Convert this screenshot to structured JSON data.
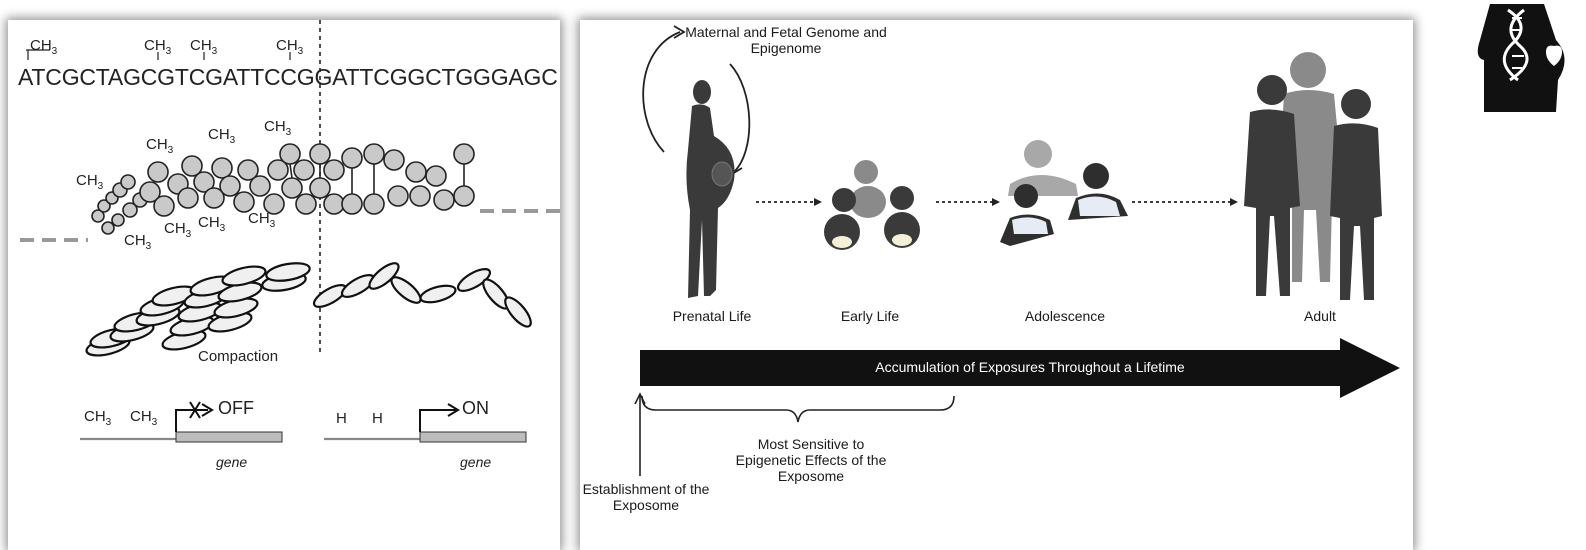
{
  "left": {
    "sequence": "ATCGCTAGCGTCGATTCCGGATTCGGCTGGGAGC",
    "methyl": "CH",
    "methyl_sub": "3",
    "compaction": "Compaction",
    "off_label": "OFF",
    "on_label": "ON",
    "h1": "H",
    "h2": "H",
    "gene1": "gene",
    "gene2": "gene"
  },
  "right": {
    "top_label": "Maternal and Fetal Genome and Epigenome",
    "stages": [
      "Prenatal Life",
      "Early Life",
      "Adolescence",
      "Adult"
    ],
    "arrow_text": "Accumulation of Exposures Throughout a Lifetime",
    "sensitive": "Most Sensitive to Epigenetic Effects of the Exposome",
    "establishment": "Establishment of the Exposome"
  },
  "colors": {
    "arrow": "#111111",
    "figure_dark": "#3a3a3a",
    "figure_light": "#8a8a8a"
  },
  "icons": {
    "logo": "pregnant-dna-heart-icon"
  }
}
